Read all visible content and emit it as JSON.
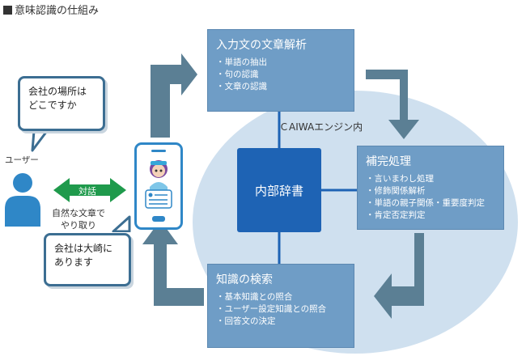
{
  "title": "意味認識の仕組み",
  "engine_label": "ＣAIWAエンジン内",
  "dictionary": "内部辞書",
  "box_analysis": {
    "heading": "入力文の文章解析",
    "items": [
      "・単語の抽出",
      "・句の認識",
      "・文章の認識"
    ]
  },
  "box_complement": {
    "heading": "補完処理",
    "items": [
      "・言いまわし処理",
      "・修飾関係解析",
      "・単語の親子関係・重要度判定",
      "・肯定否定判定"
    ]
  },
  "box_knowledge": {
    "heading": "知識の検索",
    "items": [
      "・基本知識との照合",
      "・ユーザー設定知識との照合",
      "・回答文の決定"
    ]
  },
  "bubble_user": [
    "会社の場所は",
    "どこですか"
  ],
  "bubble_reply": [
    "会社は大崎に",
    "あります"
  ],
  "user_label": "ユーザー",
  "dialogue": "対話",
  "dialogue_caption": [
    "自然な文章で",
    "やり取り"
  ],
  "colors": {
    "box": "#6f9dc6",
    "dictionary": "#1e63b4",
    "ellipse": "#cfe0ef",
    "arrow": "#5b7f94",
    "dialogue_arrow": "#1f9a4c",
    "user_icon": "#2f87c7"
  }
}
